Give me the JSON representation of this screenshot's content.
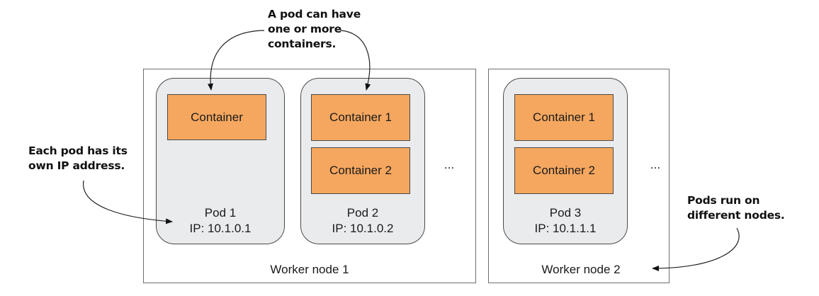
{
  "annotations": {
    "containers_note": [
      "A pod can have",
      "one or more",
      "containers."
    ],
    "ip_note": [
      "Each pod has its",
      "own IP address."
    ],
    "nodes_note": [
      "Pods run on",
      "different nodes."
    ]
  },
  "nodes": [
    {
      "label": "Worker node 1",
      "pods": [
        {
          "name": "Pod 1",
          "ip": "IP: 10.1.0.1",
          "containers": [
            "Container"
          ]
        },
        {
          "name": "Pod 2",
          "ip": "IP: 10.1.0.2",
          "containers": [
            "Container 1",
            "Container 2"
          ]
        }
      ],
      "ellipsis": "..."
    },
    {
      "label": "Worker node 2",
      "pods": [
        {
          "name": "Pod 3",
          "ip": "IP: 10.1.1.1",
          "containers": [
            "Container 1",
            "Container 2"
          ]
        }
      ],
      "ellipsis": "..."
    }
  ],
  "colors": {
    "container_fill": "#f5a75f",
    "pod_fill": "#e9ebed",
    "node_border": "#6f6f6f"
  }
}
